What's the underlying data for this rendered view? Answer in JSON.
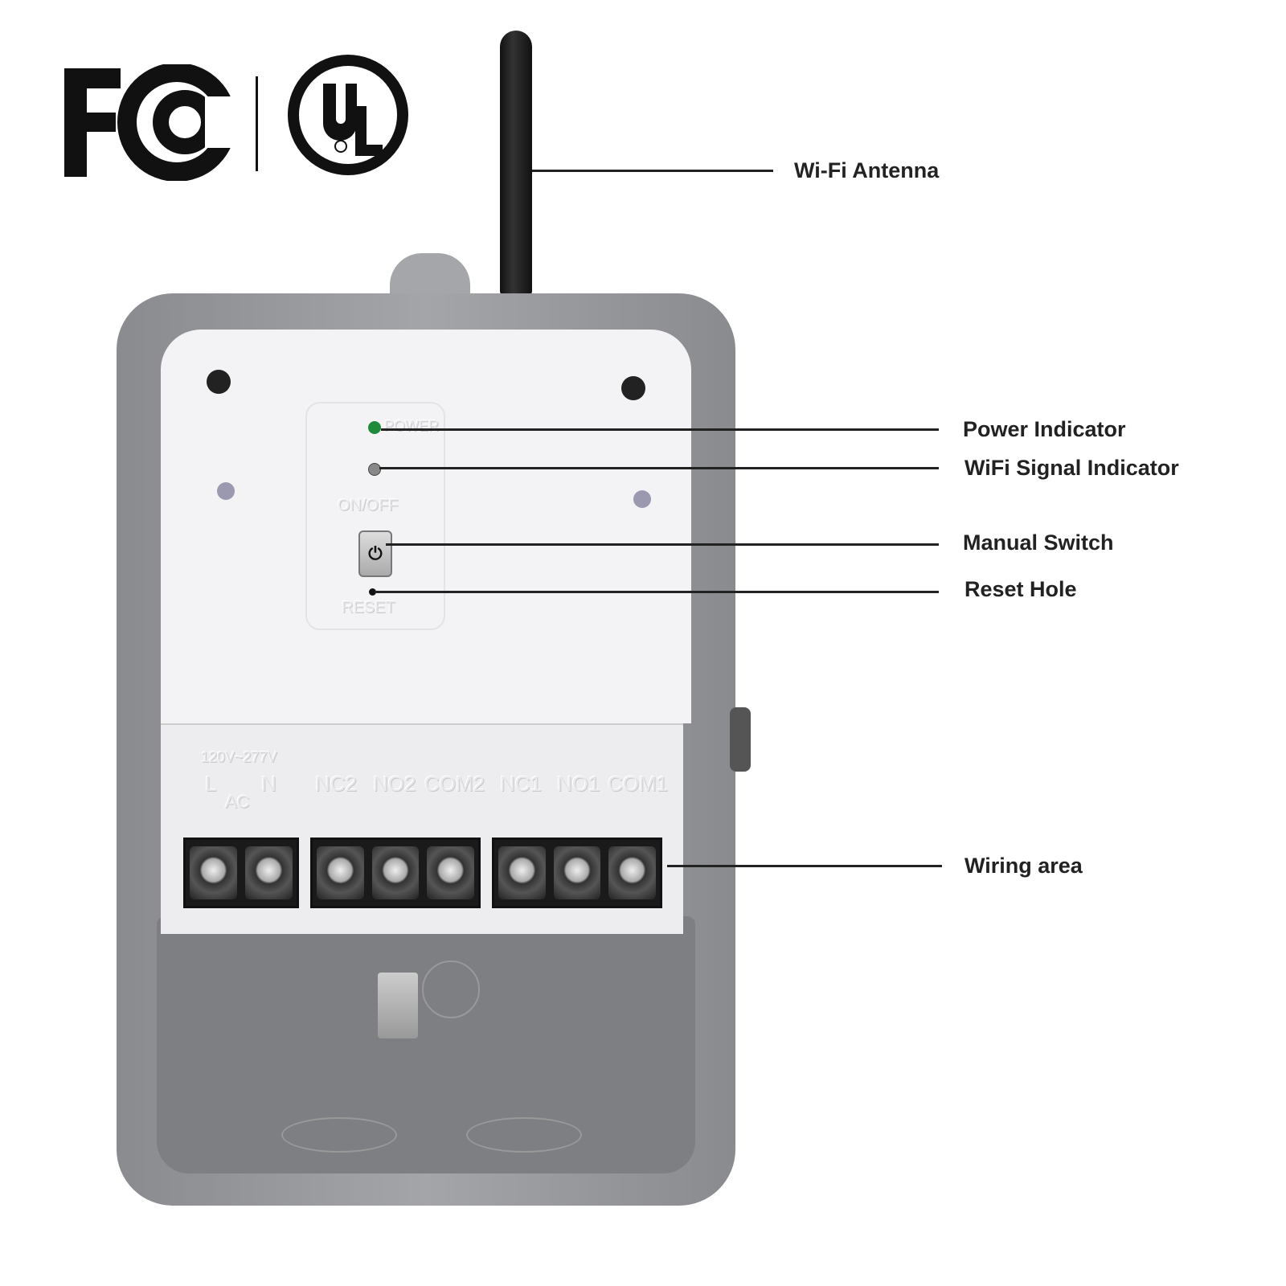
{
  "logos": {
    "fcc": "FC",
    "ul": "UL"
  },
  "callouts": [
    {
      "id": "antenna",
      "label": "Wi-Fi Antenna"
    },
    {
      "id": "power",
      "label": "Power Indicator"
    },
    {
      "id": "wifi",
      "label": "WiFi Signal Indicator"
    },
    {
      "id": "switch",
      "label": "Manual Switch"
    },
    {
      "id": "reset",
      "label": "Reset Hole"
    },
    {
      "id": "wiring",
      "label": "Wiring area"
    }
  ],
  "device": {
    "power_text": "POWER",
    "onoff_text": "ON/OFF",
    "reset_text": "RESET",
    "voltage_text": "120V~277V",
    "ac_text": "AC",
    "terminals": [
      "L",
      "N",
      "NC2",
      "NO2",
      "COM2",
      "NC1",
      "NO1",
      "COM1"
    ],
    "colors": {
      "enclosure": "#8e8f93",
      "panel": "#f3f3f6",
      "led_power": "#1f8a3c"
    }
  }
}
